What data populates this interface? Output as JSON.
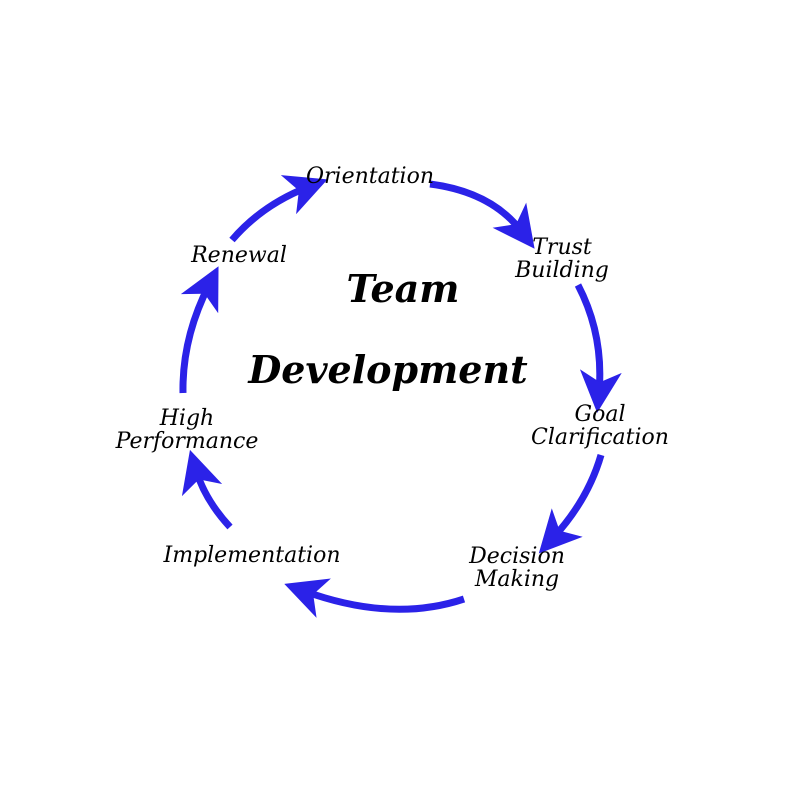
{
  "title": {
    "line1": "Team",
    "line2": "Development"
  },
  "stages": [
    {
      "id": "orientation",
      "lines": [
        "Orientation"
      ]
    },
    {
      "id": "trust-building",
      "lines": [
        "Trust",
        "Building"
      ]
    },
    {
      "id": "goal-clarification",
      "lines": [
        "Goal",
        "Clarification"
      ]
    },
    {
      "id": "decision-making",
      "lines": [
        "Decision",
        "Making"
      ]
    },
    {
      "id": "implementation",
      "lines": [
        "Implementation"
      ]
    },
    {
      "id": "high-performance",
      "lines": [
        "High",
        "Performance"
      ]
    },
    {
      "id": "renewal",
      "lines": [
        "Renewal"
      ]
    }
  ],
  "colors": {
    "arrow": "#2b22e8",
    "text": "#000000",
    "background": "#ffffff"
  },
  "arrow_direction": "clockwise"
}
